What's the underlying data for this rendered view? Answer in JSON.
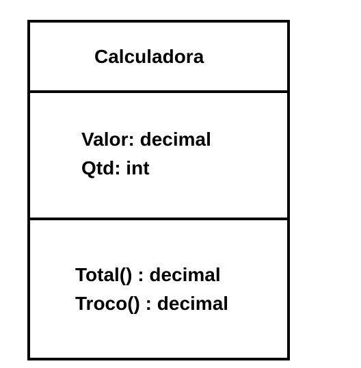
{
  "uml_class": {
    "name": "Calculadora",
    "attributes": [
      "Valor: decimal",
      "Qtd: int"
    ],
    "methods": [
      "Total() : decimal",
      "Troco() : decimal"
    ]
  }
}
